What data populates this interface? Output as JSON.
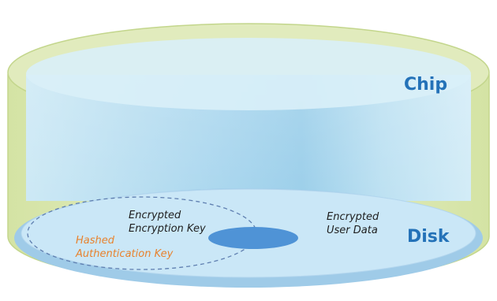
{
  "labels": {
    "chip": "Chip",
    "disk": "Disk",
    "encrypted_encryption_key": [
      "Encrypted",
      "Encryption Key"
    ],
    "encrypted_user_data": [
      "Encrypted",
      "User Data"
    ],
    "hashed_authentication_key": [
      "Hashed",
      "Authentication Key"
    ]
  },
  "colors": {
    "label_blue": "#2472b8",
    "hashed_orange": "#e8822e",
    "key_ellipse": "#4f93d6",
    "outer_rim": "#d6e3a8",
    "chip_fill": "#bde1f1",
    "disk_fill": "#c9e6f6"
  }
}
